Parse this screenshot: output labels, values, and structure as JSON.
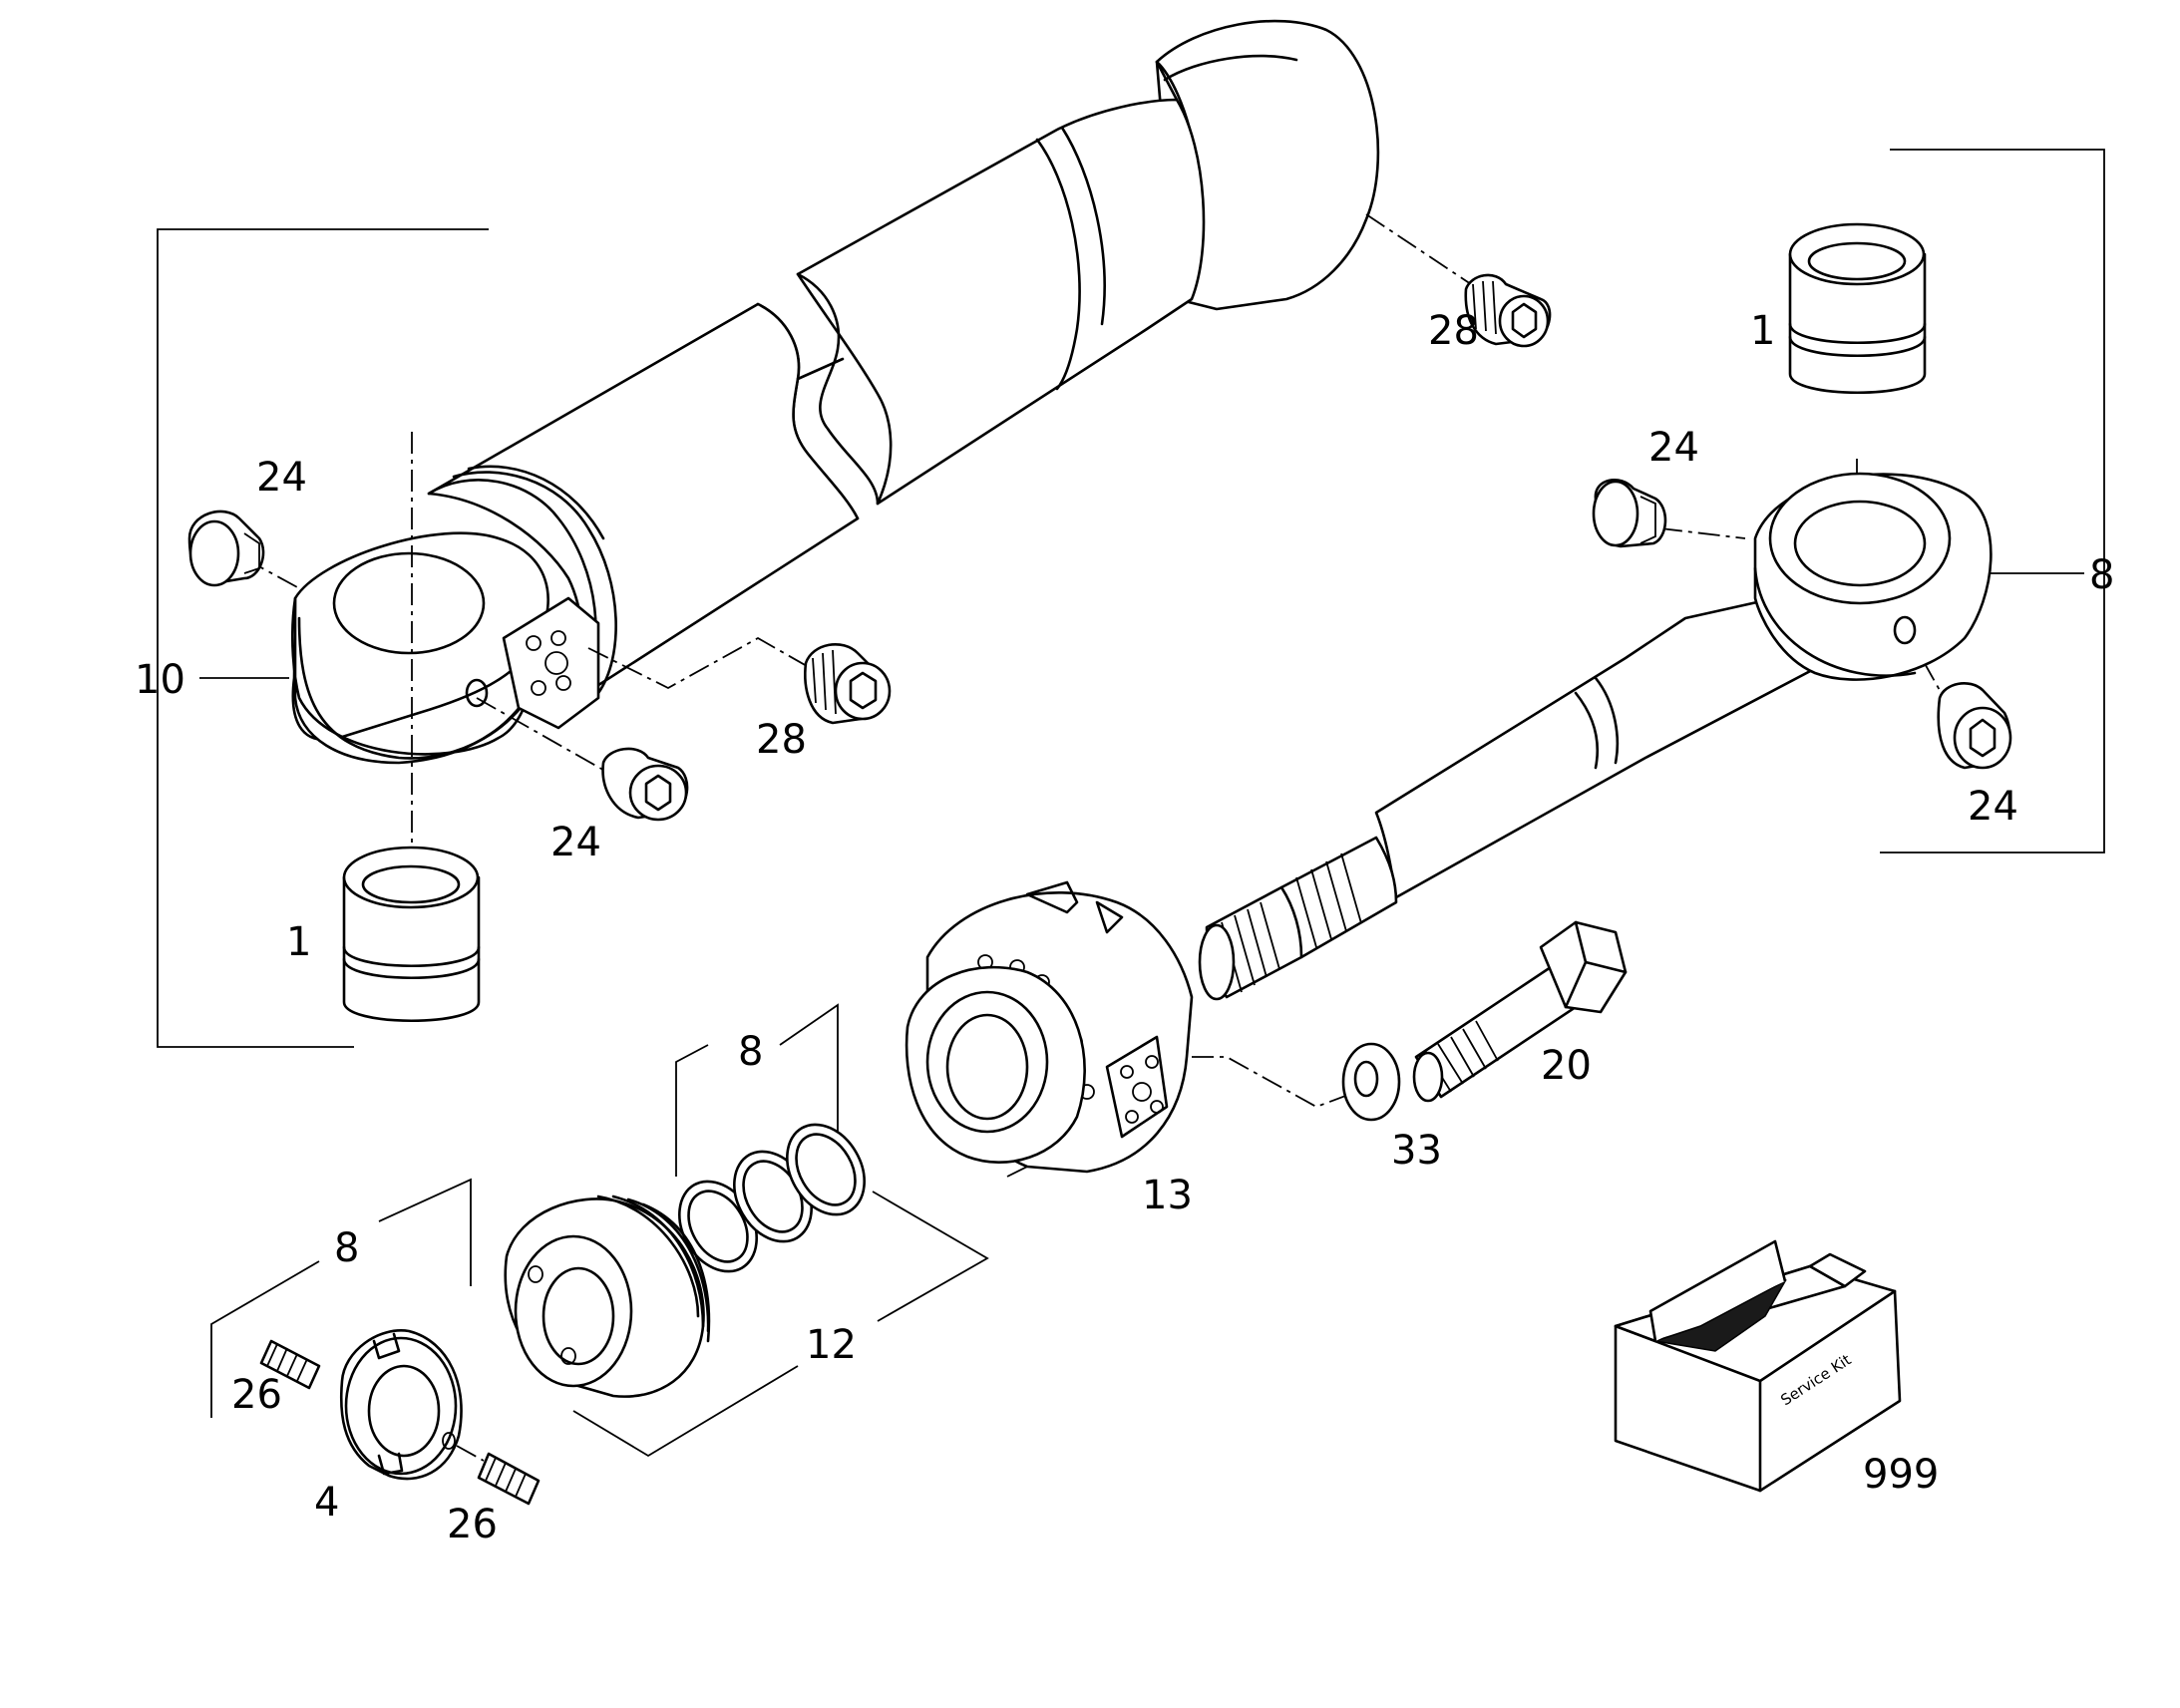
{
  "diagram": {
    "type": "exploded-parts-view",
    "callouts": {
      "p10": "10",
      "p24_tl": "24",
      "p28_mid": "28",
      "p24_mid": "24",
      "p1_left": "1",
      "p28_top": "28",
      "p1_right": "1",
      "p24_r1": "24",
      "p8_right": "8",
      "p24_r2": "24",
      "p20": "20",
      "p33": "33",
      "p13": "13",
      "p8_seals": "8",
      "p12": "12",
      "p8_nut": "8",
      "p26_a": "26",
      "p26_b": "26",
      "p4": "4",
      "p999": "999"
    },
    "service_kit_text": "Service Kit"
  }
}
